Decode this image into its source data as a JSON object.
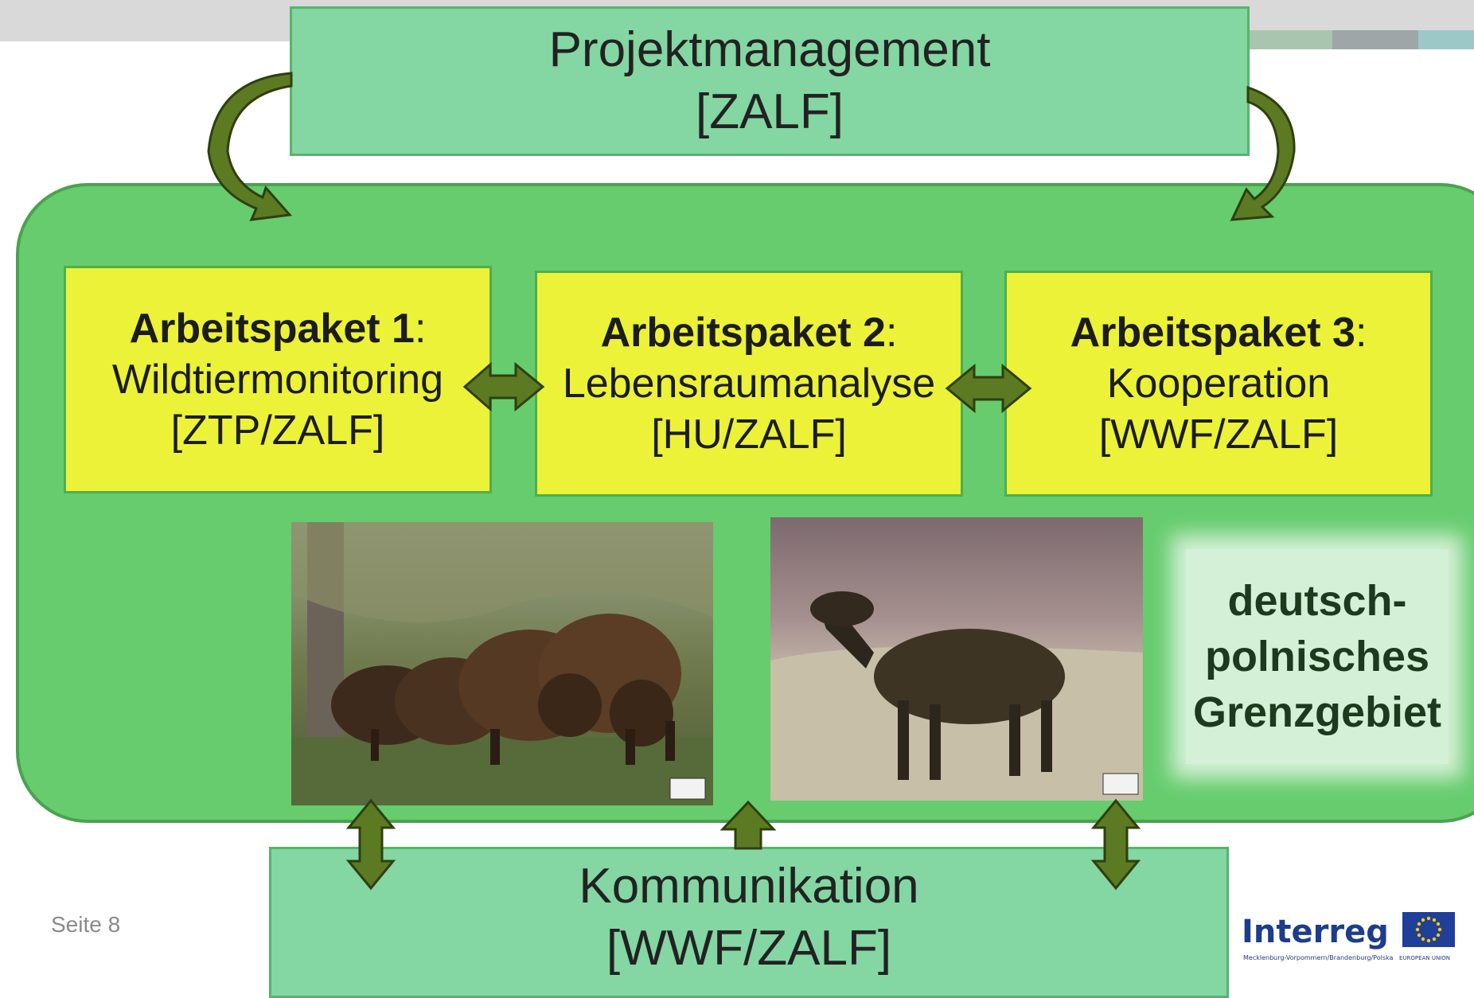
{
  "header": {
    "title_line1": "Projektmanagement",
    "title_line2": "[ZALF]"
  },
  "work_packages": [
    {
      "label": "Arbeitspaket 1",
      "topic": "Wildtiermonitoring",
      "partner": "[ZTP/ZALF]"
    },
    {
      "label": "Arbeitspaket 2",
      "topic": "Lebensraumanalyse",
      "partner": "[HU/ZALF]"
    },
    {
      "label": "Arbeitspaket 3",
      "topic": "Kooperation",
      "partner": "[WWF/ZALF]"
    }
  ],
  "region": {
    "line1": "deutsch-",
    "line2": "polnisches",
    "line3": "Grenzgebiet"
  },
  "footer": {
    "comm_line1": "Kommunikation",
    "comm_line2": "[WWF/ZALF]",
    "page_label": "Seite 8"
  },
  "logo": {
    "brand": "Interreg",
    "region_caption": "Mecklenburg-Vorpommern/Brandenburg/Polska",
    "eu_caption": "EUROPEAN UNION"
  },
  "colors": {
    "panel": "#66cc6e",
    "box": "#84d6a3",
    "work_package": "#ebf237",
    "arrow": "#5c7a22"
  }
}
